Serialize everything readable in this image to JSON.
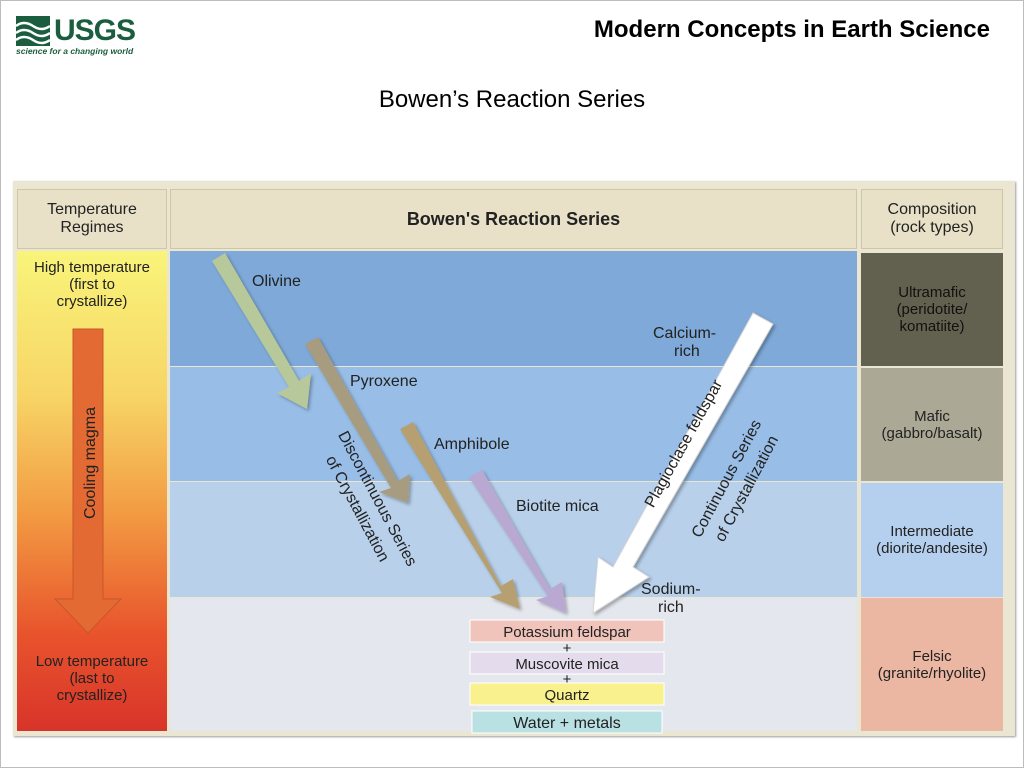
{
  "logo": {
    "word": "USGS",
    "tagline": "science for a changing world"
  },
  "header": {
    "title": "Modern Concepts in Earth Science"
  },
  "subtitle": "Bowen’s Reaction Series",
  "diagram": {
    "headers": {
      "temperature": [
        "Temperature",
        "Regimes"
      ],
      "series": "Bowen's Reaction Series",
      "composition": [
        "Composition",
        "(rock types)"
      ]
    },
    "temperature": {
      "high": [
        "High temperature",
        "(first to",
        "crystallize)"
      ],
      "low": [
        "Low temperature",
        "(last to",
        "crystallize)"
      ],
      "arrow_label": "Cooling magma"
    },
    "minerals": {
      "olivine": "Olivine",
      "pyroxene": "Pyroxene",
      "amphibole": "Amphibole",
      "biotite": "Biotite mica",
      "calcium": [
        "Calcium-",
        "rich"
      ],
      "sodium": [
        "Sodium-",
        "rich"
      ],
      "plagioclase": "Plagioclase feldspar"
    },
    "series_labels": {
      "discontinuous": [
        "Discontinuous Series",
        "of Crystallization"
      ],
      "continuous": [
        "Continuous Series",
        "of Crystallization"
      ]
    },
    "bottom_boxes": {
      "potassium": "Potassium feldspar",
      "plus1": "+",
      "muscovite": "Muscovite mica",
      "plus2": "+",
      "quartz": "Quartz",
      "water": "Water + metals"
    },
    "compositions": {
      "ultramafic": [
        "Ultramafic",
        "(peridotite/",
        "komatiite)"
      ],
      "mafic": [
        "Mafic",
        "(gabbro/basalt)"
      ],
      "intermediate": [
        "Intermediate",
        "(diorite/andesite)"
      ],
      "felsic": [
        "Felsic",
        "(granite/rhyolite)"
      ]
    },
    "colors": {
      "band1": "#7fa9d8",
      "band2": "#98bde6",
      "band3": "#b8d0ea",
      "band4": "#e4e8ee",
      "ultramafic": "#62604e",
      "mafic": "#aca896",
      "intermediate": "#b5d0ee",
      "felsic": "#ebb7a2"
    }
  }
}
